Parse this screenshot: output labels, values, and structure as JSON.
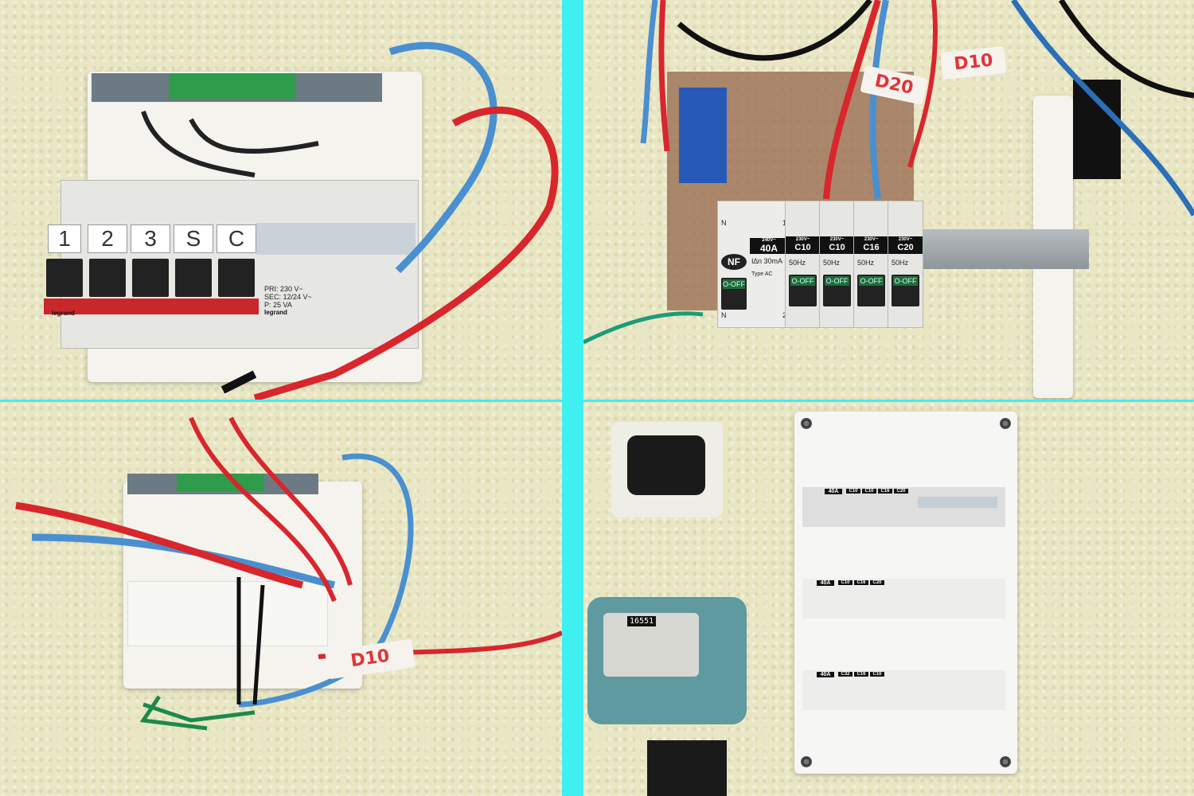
{
  "top_left": {
    "breaker_labels": [
      "1",
      "2",
      "3",
      "S",
      "C"
    ],
    "brand": "legrand",
    "transformer_text": [
      "PRI: 230 V~",
      "SEC: 12/24 V~",
      "P: 25 VA"
    ],
    "transformer_brand": "legrand"
  },
  "top_right": {
    "tags": [
      "D20",
      "D10"
    ],
    "rcd": {
      "voltage": "240V~",
      "rating": "40A",
      "sensitivity": "I∆n 30mA",
      "type": "Type AC",
      "mark": "NF",
      "switch": "O-OFF"
    },
    "breakers": [
      {
        "voltage": "230V~",
        "rating": "C10",
        "freq": "50Hz",
        "switch": "O-OFF"
      },
      {
        "voltage": "230V~",
        "rating": "C10",
        "freq": "50Hz",
        "switch": "O-OFF"
      },
      {
        "voltage": "230V~",
        "rating": "C16",
        "freq": "50Hz",
        "switch": "O-OFF"
      },
      {
        "voltage": "230V~",
        "rating": "C20",
        "freq": "50Hz",
        "switch": "O-OFF"
      }
    ],
    "terminal_n": "N",
    "terminal_1": "1",
    "terminal_2": "2"
  },
  "bottom_left": {
    "tag": "D10"
  },
  "bottom_right": {
    "rows": [
      {
        "rcd": "40A",
        "breakers": [
          "C10",
          "C10",
          "C16",
          "C20"
        ]
      },
      {
        "rcd": "40A",
        "breakers": [
          "C10",
          "C16",
          "C20"
        ]
      },
      {
        "rcd": "40A",
        "breakers": [
          "C32",
          "C16",
          "C10"
        ]
      }
    ],
    "meter_reading": "16551"
  },
  "colors": {
    "divider": "#3ff0f0",
    "wall": "#e9e6c4",
    "wire_blue": "#4a8fd0",
    "wire_red": "#d8262c"
  }
}
